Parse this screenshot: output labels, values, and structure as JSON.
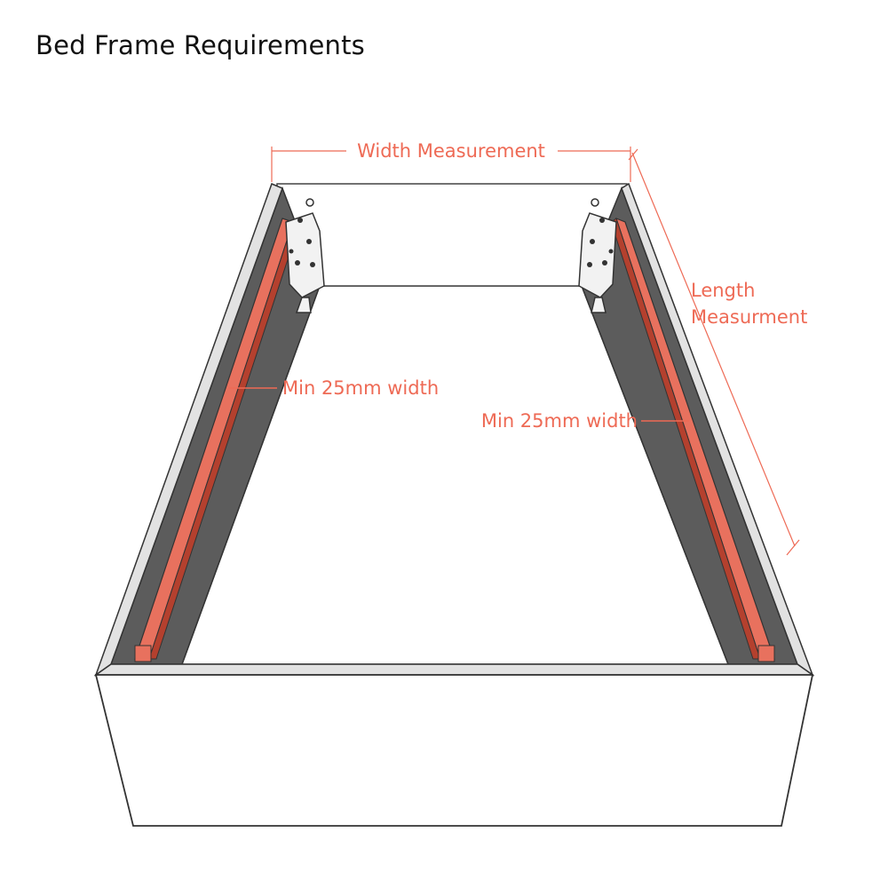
{
  "title": "Bed Frame Requirements",
  "labels": {
    "width_measurement": "Width Measurement",
    "length_line1": "Length",
    "length_line2": "Measurment",
    "min_width_left": "Min 25mm width",
    "min_width_right": "Min 25mm width"
  },
  "colors": {
    "annotation": "#ee6a55",
    "slat": "#e8715e",
    "slat_dark": "#b4402e",
    "inner_wall": "#5c5c5c",
    "frame_outline": "#333333",
    "frame_face": "#ffffff"
  }
}
